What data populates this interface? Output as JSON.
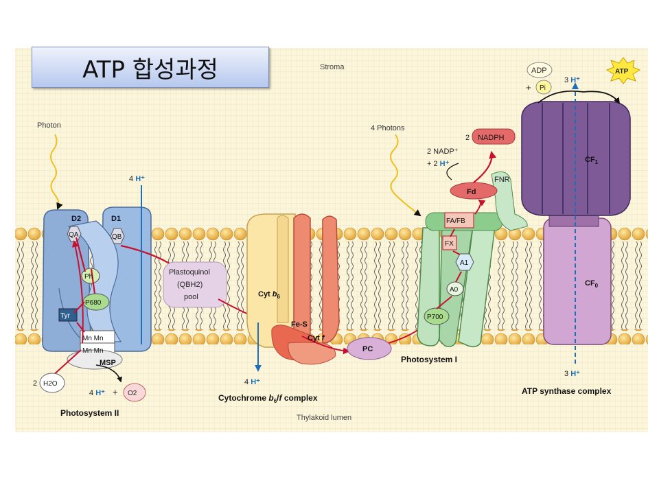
{
  "title": "ATP 합성과정",
  "labels": {
    "stroma": "Stroma",
    "lumen": "Thylakoid lumen",
    "photon": "Photon",
    "photons4": "4 Photons",
    "ps2": "Photosystem II",
    "cyt_complex": "Cytochrome b6/f complex",
    "ps1": "Photosystem I",
    "atp_synthase": "ATP synthase complex",
    "d2": "D2",
    "d1": "D1",
    "qa": "QA",
    "qb": "QB",
    "ph": "Ph",
    "p680": "P680",
    "tyr": "Tyr",
    "mn": "Mn Mn",
    "msp": "MSP",
    "h2o_coef": "2",
    "h2o": "H2O",
    "h_lumen_ps2": "4 H⁺",
    "o2": "O2",
    "pq1": "Plastoquinol",
    "pq2": "(QBH2)",
    "pq3": "pool",
    "cytb6": "Cyt b6",
    "fes": "Fe-S",
    "cytf": "Cyt f",
    "pc": "PC",
    "h4_stroma": "4 H⁺",
    "h4_lumen": "4 H⁺",
    "p700": "P700",
    "a0": "A0",
    "a1": "A1",
    "fx": "FX",
    "fafb": "FA/FB",
    "fd": "Fd",
    "fnr": "FNR",
    "nadp1": "2 NADP⁺",
    "nadp2": "+ 2 H⁺",
    "nadph_coef": "2",
    "nadph": "NADPH",
    "adp": "ADP",
    "plus": "+",
    "pi": "Pi",
    "atp": "ATP",
    "h3_top": "3 H⁺",
    "h3_bottom": "3 H⁺",
    "cf1": "CF1",
    "cf0": "CF0",
    "h_plus_sep": "+"
  }
}
